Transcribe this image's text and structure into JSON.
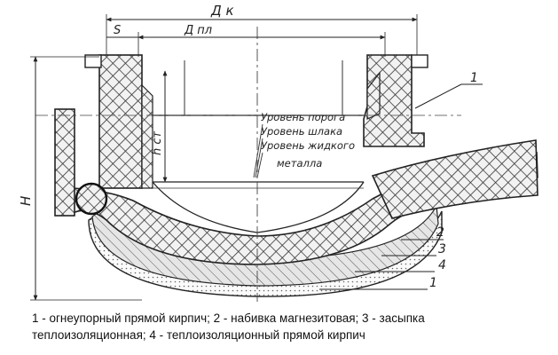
{
  "dimensions": {
    "outer_diameter": "Д к",
    "hearth_diameter": "Д пл",
    "wall_thickness": "S",
    "total_height": "H",
    "bath_depth": "h ст"
  },
  "levels": {
    "line1": "Уровень порога",
    "line2": "Уровень шлака",
    "line3": "Уровень жидкого",
    "line4": "металла"
  },
  "callouts": [
    "1",
    "2",
    "3",
    "4",
    "1"
  ],
  "caption": {
    "line1": "1 - огнеупорный прямой кирпич; 2 - набивка магнезитовая; 3 - засыпка",
    "line2": "теплоизоляционная; 4 - теплоизоляционный прямой кирпич"
  }
}
